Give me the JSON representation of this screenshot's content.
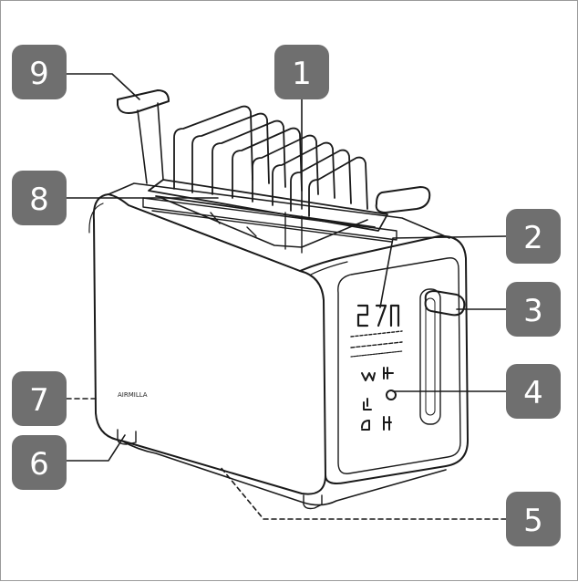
{
  "diagram": {
    "brand": "AIRMILLA",
    "callouts": [
      {
        "id": "c1",
        "number": "1"
      },
      {
        "id": "c2",
        "number": "2"
      },
      {
        "id": "c3",
        "number": "3"
      },
      {
        "id": "c4",
        "number": "4"
      },
      {
        "id": "c5",
        "number": "5"
      },
      {
        "id": "c6",
        "number": "6"
      },
      {
        "id": "c7",
        "number": "7"
      },
      {
        "id": "c8",
        "number": "8"
      },
      {
        "id": "c9",
        "number": "9"
      }
    ],
    "colors": {
      "callout_fill": "#6f6f6f",
      "line": "#1a1a1a",
      "background": "#ffffff"
    }
  }
}
